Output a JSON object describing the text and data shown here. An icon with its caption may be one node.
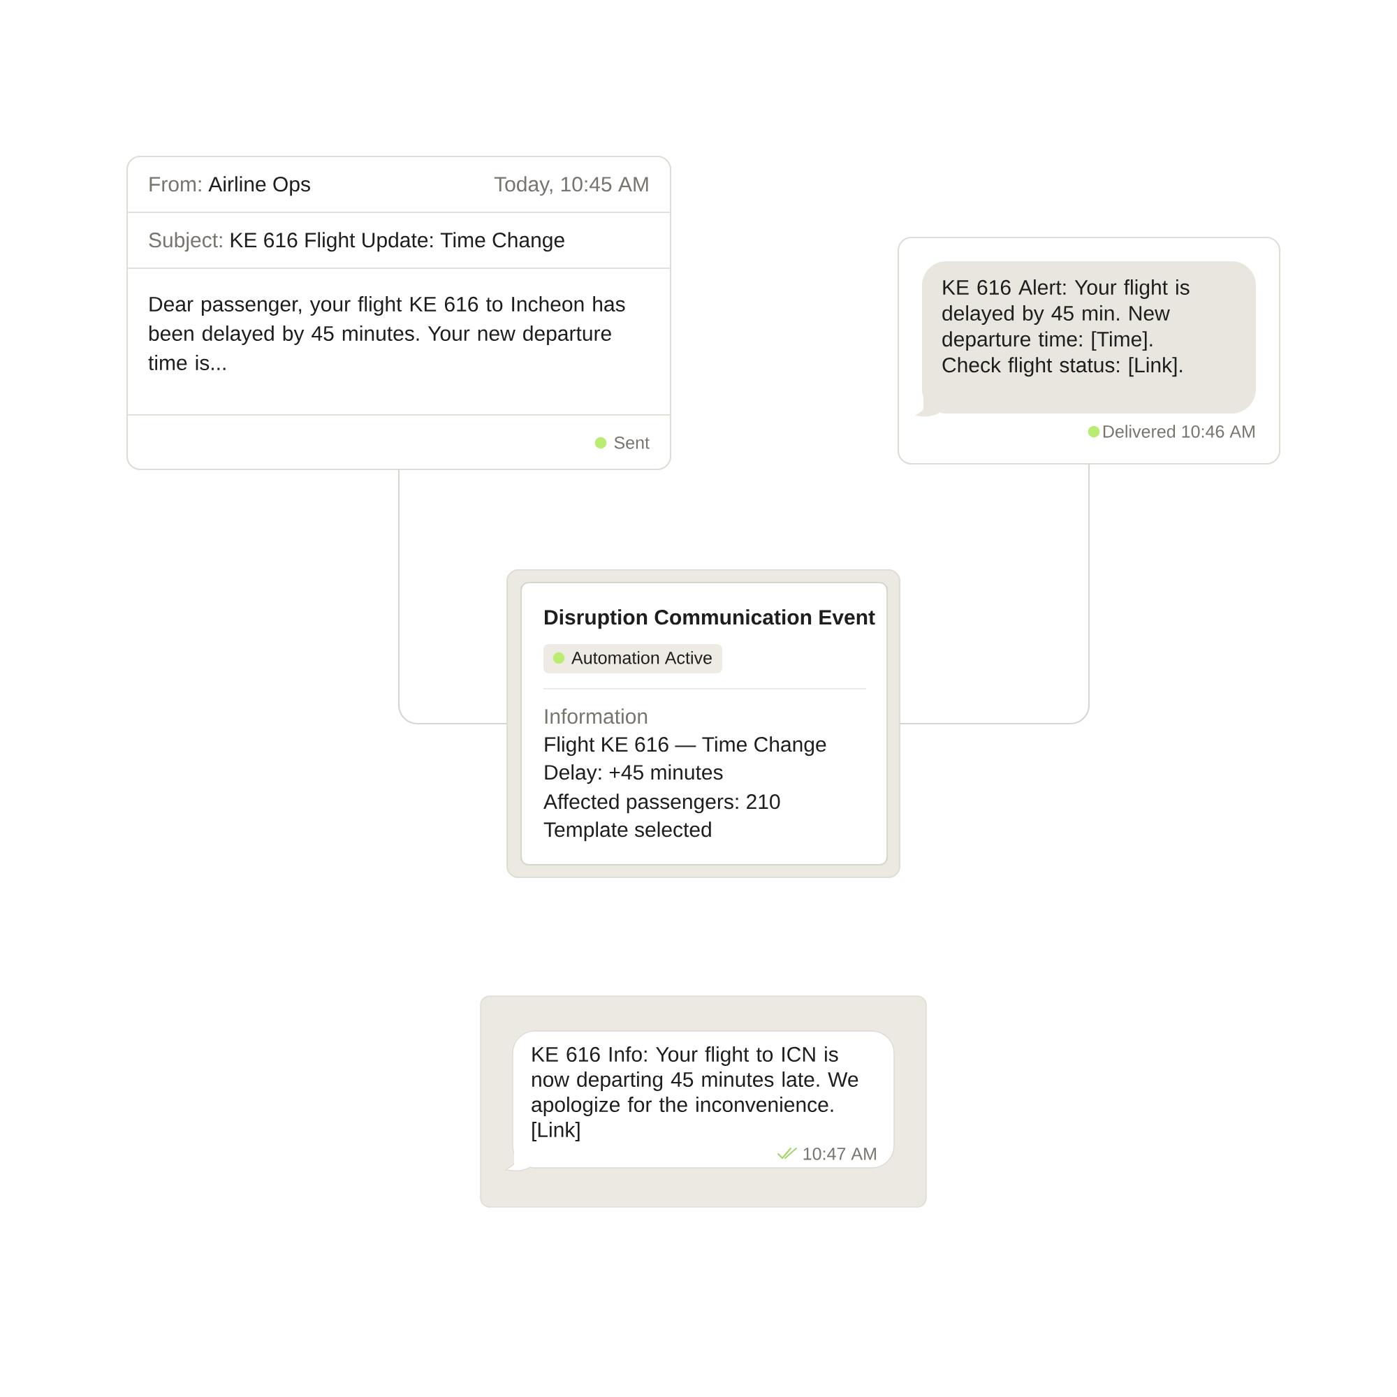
{
  "diagram": {
    "nodes": [
      {
        "text": [
          "From:",
          "Airline Ops",
          "Today, 10:45 AM",
          "Subject:",
          "KE 616 Flight Update: Time Change",
          "Dear passenger, your flight KE 616 to Incheon has been delayed by 45 minutes. Your new departure time is...",
          "Sent"
        ]
      },
      {
        "text": [
          "Delivered 10:46 AM"
        ]
      },
      {
        "text": [
          "KE 616 Alert: Your flight is delayed by 45 min. New departure time: [Time]. Check flight status: [Link]."
        ],
        "in": 1
      },
      {
        "text": [
          "Disruption Communication Event",
          "Information",
          "Flight KE 616 — Time Change",
          "Delay: +45 minutes",
          "Affected passengers: 210",
          "Template selected"
        ]
      },
      {
        "text": [
          "Automation Active"
        ],
        "in": 3
      },
      {
        "text": [],
        "shape": "box"
      },
      {
        "text": [
          "KE 616 Info: Your flight to ICN is now departing 45 minutes late. We apologize for the inconvenience. [Link]",
          "10:47 AM"
        ],
        "in": 5
      }
    ],
    "edges": [
      {
        "from": 0,
        "to": 3,
        "arrow": "none"
      },
      {
        "from": 1,
        "to": 3,
        "arrow": "none"
      }
    ]
  }
}
